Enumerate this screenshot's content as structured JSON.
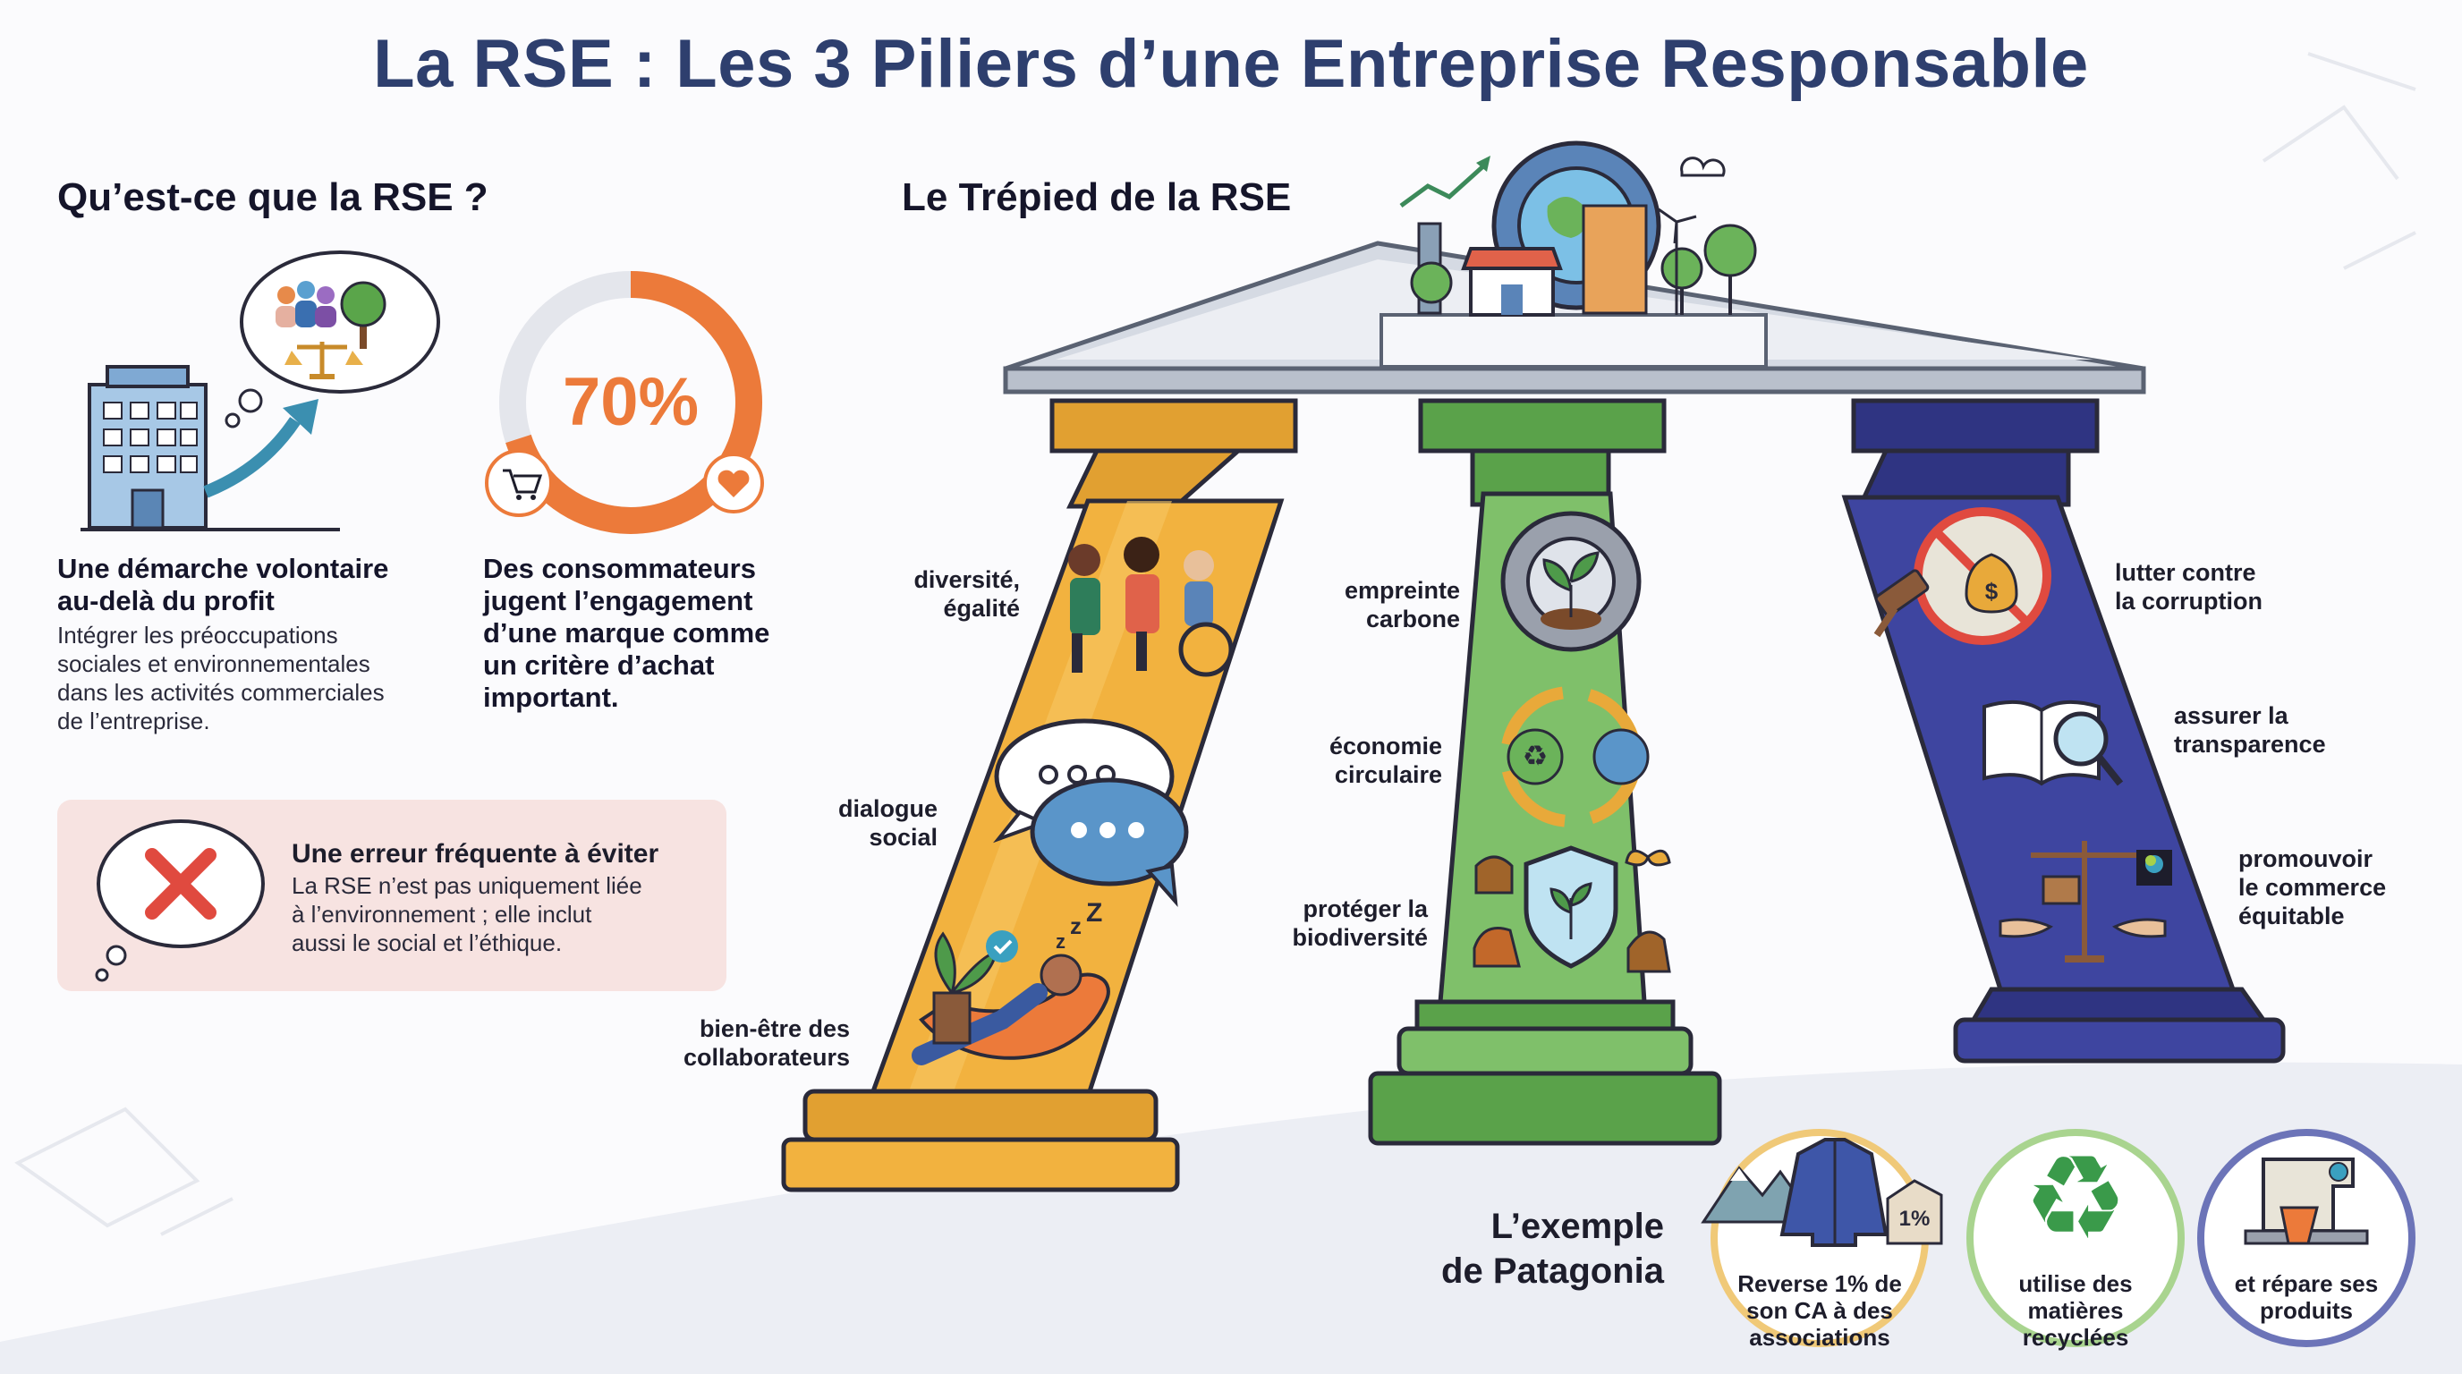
{
  "title": "La RSE : Les 3 Piliers d’une Entreprise Responsable",
  "left": {
    "heading": "Qu’est-ce que la RSE ?",
    "definition_title_1": "Une démarche volontaire",
    "definition_title_2": "au-delà du profit",
    "definition_body": [
      "Intégrer les préoccupations",
      "sociales et environnementales",
      "dans les activités commerciales",
      "de l’entreprise."
    ],
    "stat_value": "70%",
    "stat_percent": 70,
    "stat_text": [
      "Des consommateurs",
      "jugent l’engagement",
      "d’une marque comme",
      "un critère d’achat",
      "important."
    ],
    "error_title": "Une erreur fréquente à éviter",
    "error_body": [
      "La RSE n’est pas uniquement liée",
      "à l’environnement ; elle inclut",
      "aussi le social et l’éthique."
    ]
  },
  "tripod": {
    "heading": "Le Trépied de la RSE",
    "social": {
      "color": "#e8a93a",
      "items": [
        [
          "diversité,",
          "égalité"
        ],
        [
          "dialogue",
          "social"
        ],
        [
          "bien-être des",
          "collaborateurs"
        ]
      ]
    },
    "environmental": {
      "color": "#6fb45a",
      "items": [
        [
          "empreinte",
          "carbone"
        ],
        [
          "économie",
          "circulaire"
        ],
        [
          "protéger la",
          "biodiversité"
        ]
      ]
    },
    "ethics": {
      "color": "#3a3f92",
      "items": [
        [
          "lutter contre",
          "la corruption"
        ],
        [
          "assurer la",
          "transparence"
        ],
        [
          "promouvoir",
          "le commerce",
          "équitable"
        ]
      ]
    }
  },
  "patagonia": {
    "heading": [
      "L’exemple",
      "de Patagonia"
    ],
    "tag": "1%",
    "items": [
      {
        "lines": [
          "Reverse 1% de",
          "son CA à des",
          "associations"
        ],
        "ring": "#f0c978"
      },
      {
        "lines": [
          "utilise des",
          "matières",
          "recyclées"
        ],
        "ring": "#a9d48f"
      },
      {
        "lines": [
          "et répare ses",
          "produits"
        ],
        "ring": "#6c74b8"
      }
    ]
  },
  "icons": [
    "chart-trend-icon",
    "globe-gear-icon",
    "shop-icon",
    "people-group-icon",
    "tree-icon",
    "scales-icon",
    "office-building-icon",
    "growth-arrow-icon",
    "cart-icon",
    "heart-icon",
    "cross-icon",
    "diverse-people-icon",
    "chat-bubbles-icon",
    "relaxing-person-icon",
    "gear-plant-icon",
    "recycle-globe-icon",
    "shield-animals-icon",
    "no-bribe-icon",
    "book-magnifier-icon",
    "fair-trade-scale-icon",
    "mountain-jacket-icon",
    "recycle-icon",
    "sewing-machine-icon"
  ]
}
